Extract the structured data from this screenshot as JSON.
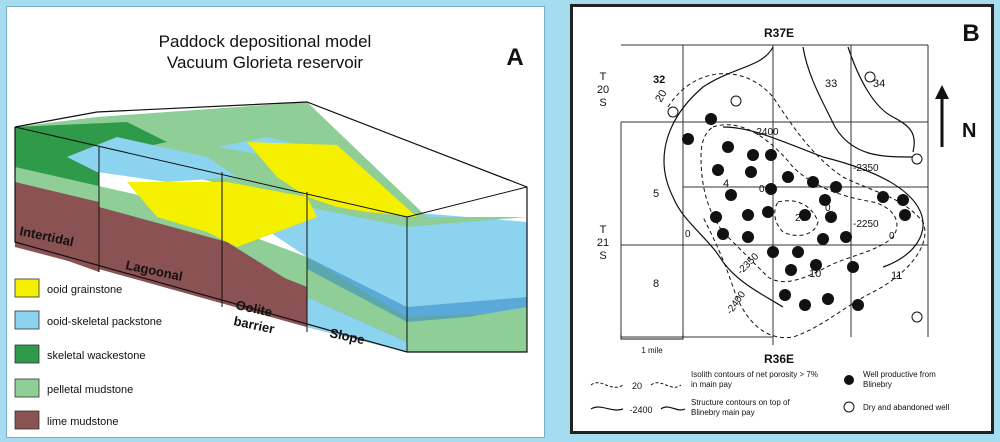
{
  "panel_a": {
    "letter": "A",
    "title_line1": "Paddock depositional model",
    "title_line2": "Vacuum Glorieta reservoir",
    "zones": [
      "Intertidal",
      "Lagoonal",
      "Oolite",
      "barrier",
      "Slope"
    ],
    "legend": [
      {
        "label": "ooid grainstone",
        "color": "#f5f000"
      },
      {
        "label": "ooid-skeletal packstone",
        "color": "#8cd3f0"
      },
      {
        "label": "skeletal wackestone",
        "color": "#2f9a4a"
      },
      {
        "label": "pelletal mudstone",
        "color": "#8fce97"
      },
      {
        "label": "lime mudstone",
        "color": "#8a5252"
      }
    ]
  },
  "panel_b": {
    "letter": "B",
    "range_top": "R37E",
    "range_bottom": "R36E",
    "north": "N",
    "township_20s": [
      "T",
      "20",
      "S"
    ],
    "township_21s": [
      "T",
      "21",
      "S"
    ],
    "sections": [
      "32",
      "33",
      "34",
      "5",
      "4",
      "8",
      "10",
      "11"
    ],
    "contours": [
      "20",
      "-2400",
      "-2350",
      "0",
      "20",
      "0",
      "-2250",
      "0",
      "0",
      "-2350",
      "-2400"
    ],
    "scale_label": "1 mile",
    "legend": {
      "isolith_value": "20",
      "isolith_text_1": "Isolith contours of net porosity > 7%",
      "isolith_text_2": "in main pay",
      "structure_value": "-2400",
      "structure_text_1": "Structure contours on top of",
      "structure_text_2": "Blinebry main pay",
      "productive_text_1": "Well productive from",
      "productive_text_2": "Blinebry",
      "dry_text": "Dry and abandoned well"
    }
  }
}
